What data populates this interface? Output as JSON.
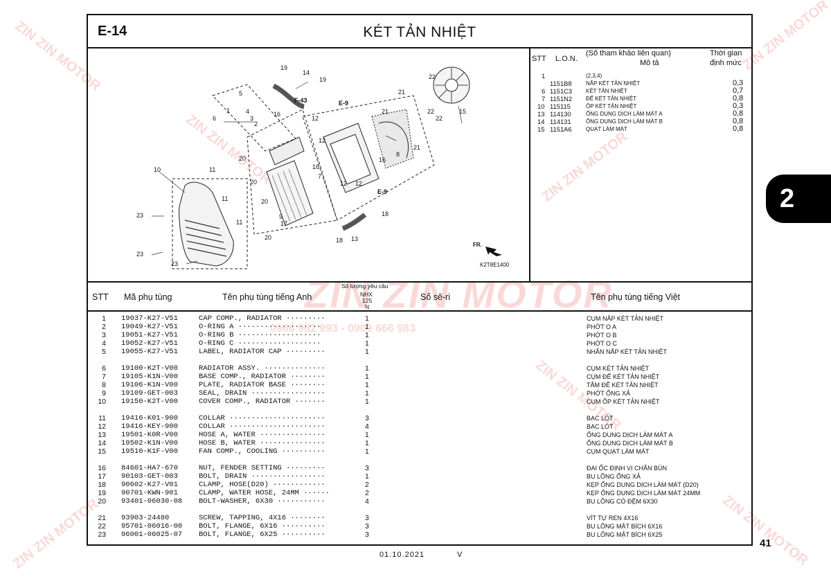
{
  "page": {
    "code": "E-14",
    "title": "KÉT TẢN NHIỆT",
    "page_number": "41",
    "section_tab": "2",
    "date": "01.10.2021",
    "version": "V",
    "figure_code": "K2T8E1400"
  },
  "diagram": {
    "callouts": [
      "1",
      "2",
      "3",
      "4",
      "5",
      "6",
      "7",
      "8",
      "9",
      "10",
      "11",
      "11",
      "11",
      "12",
      "12",
      "12",
      "12",
      "13",
      "14",
      "15",
      "16",
      "16",
      "16",
      "17",
      "18",
      "18",
      "19",
      "19",
      "20",
      "20",
      "20",
      "20",
      "21",
      "21",
      "21",
      "22",
      "22",
      "22",
      "23",
      "23",
      "23"
    ],
    "refs": [
      "F-43",
      "E-9",
      "E-9"
    ],
    "direction": "FR."
  },
  "reference_table": {
    "headers": {
      "stt": "STT",
      "lon": "L.O.N.",
      "desc_line1": "(Số tham khảo liên quan)",
      "desc_line2": "Mô tả",
      "time_line1": "Thời gian",
      "time_line2": "định mức"
    },
    "rows": [
      {
        "stt": "1",
        "lon": "",
        "desc": "(2,3,4)",
        "time": ""
      },
      {
        "stt": "",
        "lon": "1151B8",
        "desc": "NẮP KÉT TẢN NHIỆT",
        "time": "0,3"
      },
      {
        "stt": "6",
        "lon": "1151C3",
        "desc": "KÉT TẢN NHIỆT",
        "time": "0,7"
      },
      {
        "stt": "7",
        "lon": "1151N2",
        "desc": "ĐẾ KÉT TẢN NHIỆT",
        "time": "0,8"
      },
      {
        "stt": "10",
        "lon": "115115",
        "desc": "ỐP KÉT TẢN NHIỆT",
        "time": "0,3"
      },
      {
        "stt": "13",
        "lon": "114130",
        "desc": "ỐNG DUNG DỊCH LÀM MÁT A",
        "time": "0,8"
      },
      {
        "stt": "14",
        "lon": "114131",
        "desc": "ỐNG DUNG DỊCH LÀM MÁT B",
        "time": "0,8"
      },
      {
        "stt": "15",
        "lon": "1151A6",
        "desc": "QUẠT LÀM MÁT",
        "time": "0,8"
      }
    ]
  },
  "parts_header": {
    "stt": "STT",
    "part_no": "Mã phụ tùng",
    "name_en": "Tên phụ tùng tiếng Anh",
    "qty_line1": "Số lượng yêu cầu",
    "qty_line2": "NHX",
    "qty_line3": "125",
    "qty_line4": "N",
    "serial": "Số sê-ri",
    "name_vi": "Tên phụ tùng tiếng Việt"
  },
  "parts": [
    {
      "stt": "1",
      "part_no": "19037-K27-V51",
      "name_en": "CAP COMP., RADIATOR ·········",
      "qty": "1",
      "name_vi": "CỤM NẮP KÉT TẢN NHIỆT"
    },
    {
      "stt": "2",
      "part_no": "19049-K27-V51",
      "name_en": "O-RING A ···················",
      "qty": "1",
      "name_vi": "PHỚT O A"
    },
    {
      "stt": "3",
      "part_no": "19051-K27-V51",
      "name_en": "O-RING B ···················",
      "qty": "1",
      "name_vi": "PHỚT O B"
    },
    {
      "stt": "4",
      "part_no": "19052-K27-V51",
      "name_en": "O-RING C ···················",
      "qty": "1",
      "name_vi": "PHỚT O C"
    },
    {
      "stt": "5",
      "part_no": "19055-K27-V51",
      "name_en": "LABEL, RADIATOR CAP ·········",
      "qty": "1",
      "name_vi": "NHÃN NẮP KÉT TẢN NHIỆT"
    },
    {
      "stt": "6",
      "part_no": "19100-K2T-V00",
      "name_en": "RADIATOR ASSY. ··············",
      "qty": "1",
      "name_vi": "CỤM KÉT TẢN NHIỆT"
    },
    {
      "stt": "7",
      "part_no": "19105-K1N-V00",
      "name_en": "BASE COMP., RADIATOR ········",
      "qty": "1",
      "name_vi": "CỤM ĐẾ KÉT TẢN NHIỆT"
    },
    {
      "stt": "8",
      "part_no": "19106-K1N-V00",
      "name_en": "PLATE, RADIATOR BASE ········",
      "qty": "1",
      "name_vi": "TẤM ĐẾ KÉT TẢN NHIỆT"
    },
    {
      "stt": "9",
      "part_no": "19109-GET-003",
      "name_en": "SEAL, DRAIN ·················",
      "qty": "1",
      "name_vi": "PHỚT ỐNG XẢ"
    },
    {
      "stt": "10",
      "part_no": "19150-K2T-V00",
      "name_en": "COVER COMP., RADIATOR ·······",
      "qty": "1",
      "name_vi": "CỤM ỐP KÉT TẢN NHIỆT"
    },
    {
      "stt": "11",
      "part_no": "19416-K01-900",
      "name_en": "COLLAR ······················",
      "qty": "3",
      "name_vi": "BẠC LÓT"
    },
    {
      "stt": "12",
      "part_no": "19416-KEY-900",
      "name_en": "COLLAR ······················",
      "qty": "4",
      "name_vi": "BẠC LÓT"
    },
    {
      "stt": "13",
      "part_no": "19501-K0R-V00",
      "name_en": "HOSE A, WATER ···············",
      "qty": "1",
      "name_vi": "ỐNG DUNG DỊCH LÀM MÁT A"
    },
    {
      "stt": "14",
      "part_no": "19502-K1N-V00",
      "name_en": "HOSE B, WATER ···············",
      "qty": "1",
      "name_vi": "ỐNG DUNG DỊCH LÀM MÁT B"
    },
    {
      "stt": "15",
      "part_no": "19510-K1F-V00",
      "name_en": "FAN COMP., COOLING ··········",
      "qty": "1",
      "name_vi": "CỤM QUẠT LÀM MÁT"
    },
    {
      "stt": "16",
      "part_no": "84601-HA7-670",
      "name_en": "NUT, FENDER SETTING ·········",
      "qty": "3",
      "name_vi": "ĐAI ỐC ĐỊNH VỊ CHẮN BÙN"
    },
    {
      "stt": "17",
      "part_no": "90103-GET-003",
      "name_en": "BOLT, DRAIN ·················",
      "qty": "1",
      "name_vi": "BU LÔNG ỐNG XẢ"
    },
    {
      "stt": "18",
      "part_no": "90602-K27-V01",
      "name_en": "CLAMP, HOSE(D20) ············",
      "qty": "2",
      "name_vi": "KẸP ỐNG DUNG DỊCH LÀM MÁT (D20)"
    },
    {
      "stt": "19",
      "part_no": "90701-KWN-901",
      "name_en": "CLAMP, WATER HOSE, 24MM ······",
      "qty": "2",
      "name_vi": "KẸP ỐNG DUNG DỊCH LÀM MÁT 24MM"
    },
    {
      "stt": "20",
      "part_no": "93401-06030-08",
      "name_en": "BOLT-WASHER, 6X30 ···········",
      "qty": "4",
      "name_vi": "BU LÔNG CÓ ĐỆM 6X30"
    },
    {
      "stt": "21",
      "part_no": "93903-24480",
      "name_en": "SCREW, TAPPING, 4X16 ········",
      "qty": "3",
      "name_vi": "VÍT TỰ REN 4X16"
    },
    {
      "stt": "22",
      "part_no": "95701-06016-00",
      "name_en": "BOLT, FLANGE, 6X16 ··········",
      "qty": "3",
      "name_vi": "BU LÔNG MẶT BÍCH 6X16"
    },
    {
      "stt": "23",
      "part_no": "96001-06025-07",
      "name_en": "BOLT, FLANGE, 6X25 ··········",
      "qty": "3",
      "name_vi": "BU LÔNG MẶT BÍCH 6X25"
    }
  ],
  "watermark": {
    "brand": "ZIN ZIN MOTOR",
    "phone": "0966 962 993 - 0909 666 983"
  },
  "colors": {
    "watermark": "#e8786e",
    "line": "#111111"
  }
}
